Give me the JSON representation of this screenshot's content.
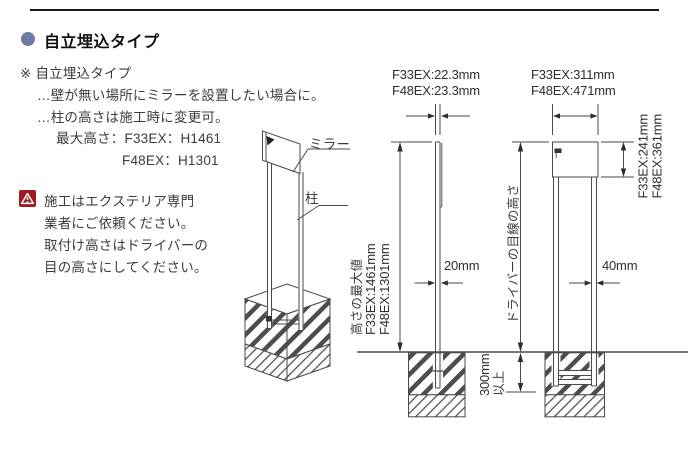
{
  "header": {
    "title": "自立埋込タイプ"
  },
  "notes": {
    "heading": "※ 自立埋込タイプ",
    "desc1": "…壁が無い場所にミラーを設置したい場合に。",
    "desc2": "…柱の高さは施工時に変更可。",
    "max1": "最大高さ：F33EX：H1461",
    "max2": "F48EX：H1301"
  },
  "warning": {
    "line1": "施工はエクステリア専門",
    "line2": "業者にご依頼ください。",
    "line3": "取付け高さはドライバーの",
    "line4": "目の高さにしてください。"
  },
  "iso": {
    "mirror": "ミラー",
    "post": "柱"
  },
  "side": {
    "t1": "F33EX:22.3mm",
    "t2": "F48EX:23.3mm",
    "h_label": "高さの最大値",
    "h1": "F33EX:1461mm",
    "h2": "F48EX:1301mm",
    "gap": "20mm",
    "d1": "300mm",
    "d2": "以上"
  },
  "front": {
    "w1": "F33EX:311mm",
    "w2": "F48EX:471mm",
    "mh1": "F33EX:241mm",
    "mh2": "F48EX:361mm",
    "eye": "ドライバーの目線の高さ",
    "pw": "40mm"
  },
  "colors": {
    "accent": "#6b7ca6",
    "warning": "#9e1c22",
    "line": "#4a4a4a"
  }
}
